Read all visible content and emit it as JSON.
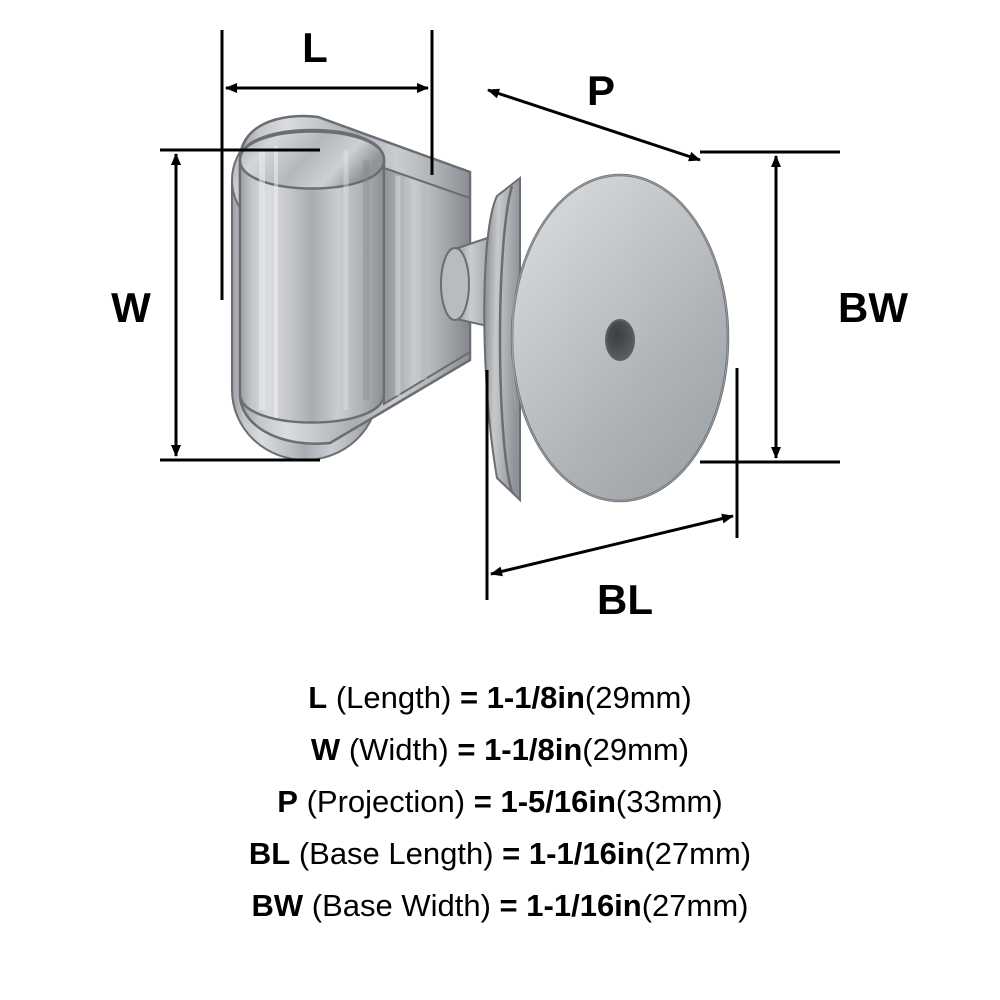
{
  "diagram": {
    "title": "cabinet-knob-dimension-diagram",
    "labels": {
      "length": "L",
      "width": "W",
      "projection": "P",
      "base_length": "BL",
      "base_width": "BW"
    },
    "product_colors": {
      "metal_light": "#e3e4e6",
      "metal_mid": "#b9bcc0",
      "metal_dark": "#8e9296",
      "metal_darkest": "#6f7377",
      "outline": "#5c6064",
      "hole": "#4a4d50"
    },
    "line_color": "#000000"
  },
  "specs": [
    {
      "code": "L",
      "name": "(Length)",
      "equals": "=",
      "value": "1-1/8in",
      "metric": "(29mm)"
    },
    {
      "code": "W",
      "name": "(Width)",
      "equals": "=",
      "value": "1-1/8in",
      "metric": "(29mm)"
    },
    {
      "code": "P",
      "name": "(Projection)",
      "equals": "=",
      "value": "1-5/16in",
      "metric": "(33mm)"
    },
    {
      "code": "BL",
      "name": "(Base Length)",
      "equals": "=",
      "value": "1-1/16in",
      "metric": "(27mm)"
    },
    {
      "code": "BW",
      "name": "(Base Width)",
      "equals": "=",
      "value": "1-1/16in",
      "metric": "(27mm)"
    }
  ]
}
